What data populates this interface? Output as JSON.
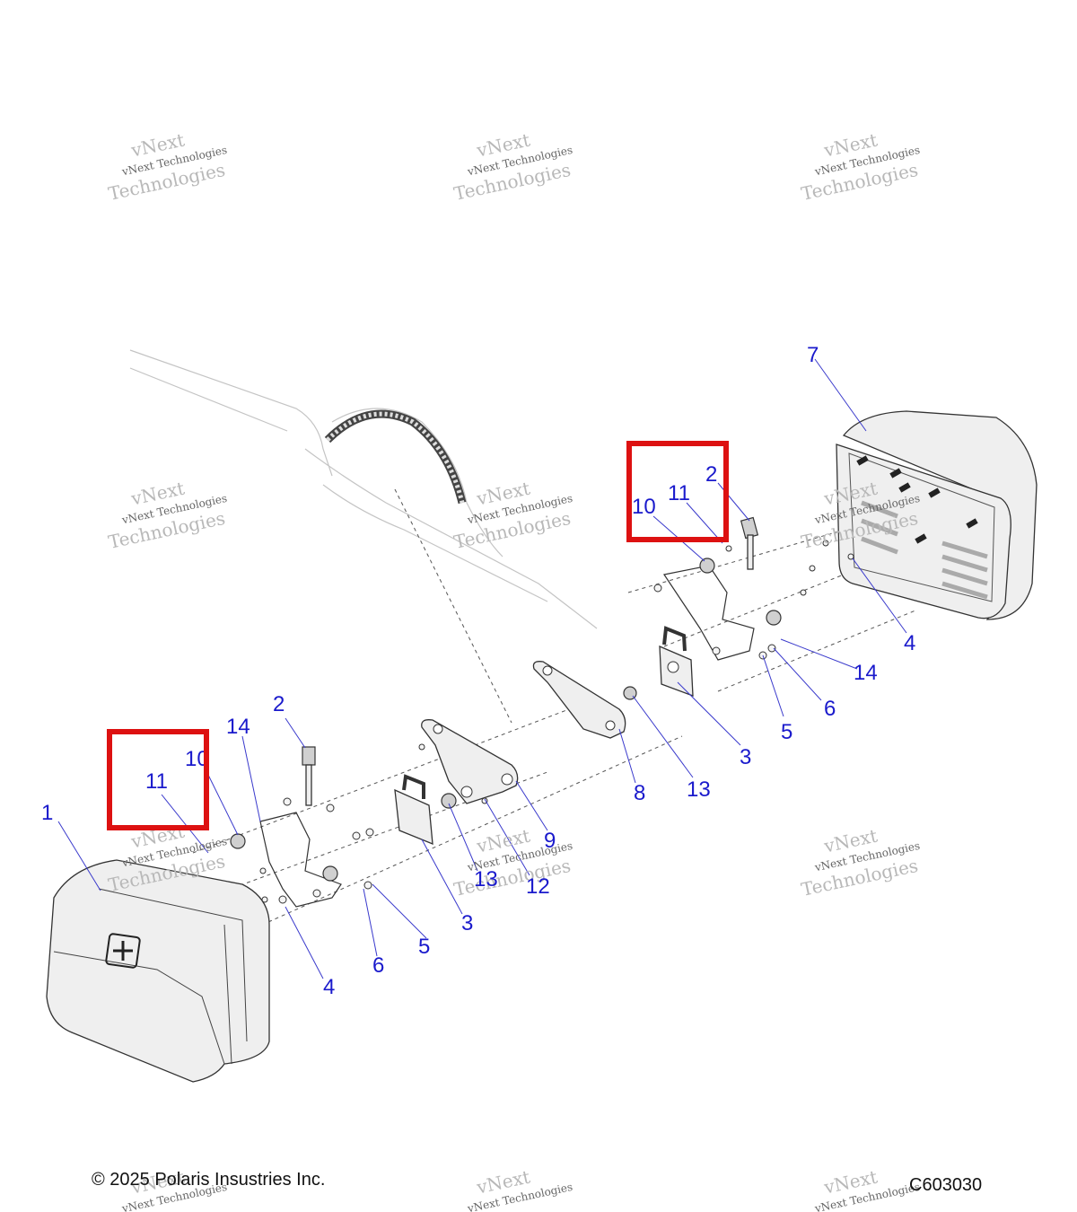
{
  "watermark": {
    "line1": "vNext",
    "line2": "vNext Technologies",
    "line3": "Technologies"
  },
  "footer": {
    "copyright": "© 2025 Polaris Insustries Inc.",
    "diagram_id": "C603030"
  },
  "callouts": {
    "c1": "1",
    "c2a": "2",
    "c2b": "2",
    "c3a": "3",
    "c3b": "3",
    "c4a": "4",
    "c4b": "4",
    "c5a": "5",
    "c5b": "5",
    "c6a": "6",
    "c6b": "6",
    "c7": "7",
    "c8": "8",
    "c9": "9",
    "c10a": "10",
    "c10b": "10",
    "c11a": "11",
    "c11b": "11",
    "c12": "12",
    "c13a": "13",
    "c13b": "13",
    "c14a": "14",
    "c14b": "14"
  },
  "highlight_color": "#dd1111",
  "callout_color": "#1a1acc"
}
